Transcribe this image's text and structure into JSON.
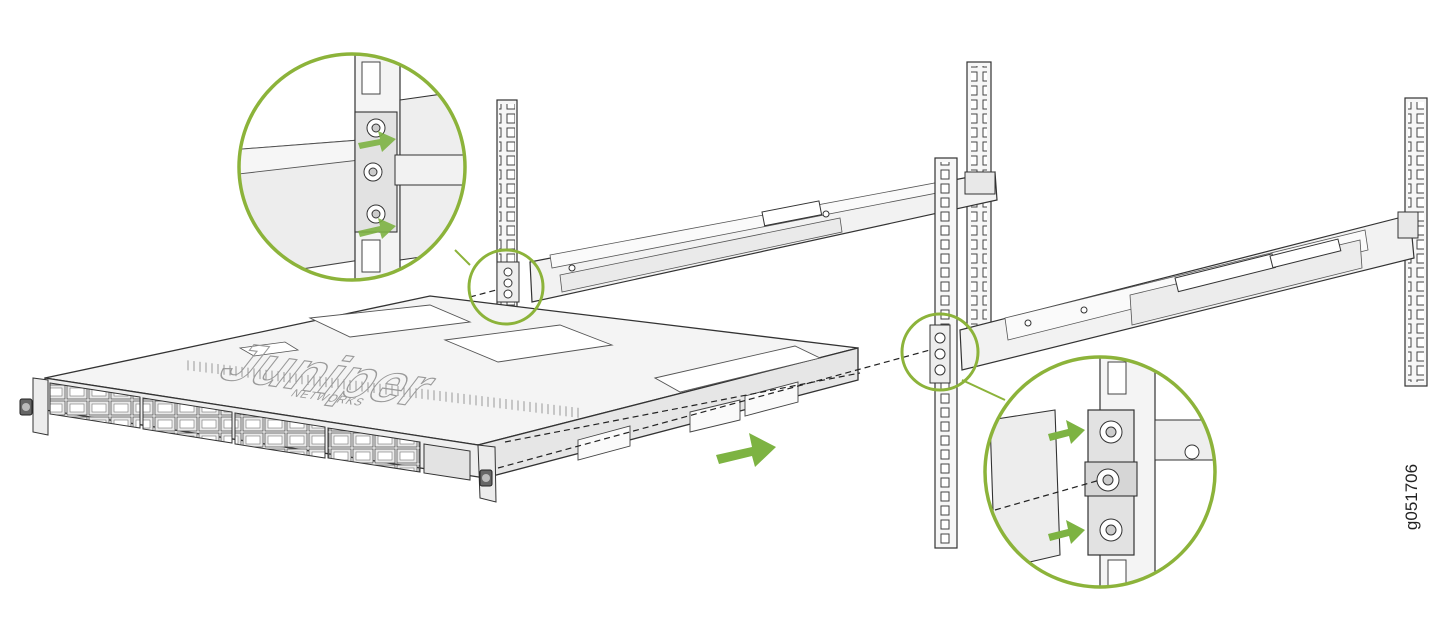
{
  "figure": {
    "id_label": "g051706"
  },
  "brand": {
    "logo_text": "Juniper",
    "logo_subtext": "NETWORKS"
  },
  "colors": {
    "accent_green": "#7db342",
    "callout_ring": "#8cb33a",
    "line_art": "#333333",
    "fill_light": "#f4f4f4",
    "fill_mid": "#e6e6e6"
  },
  "icons": [
    "arrow-right-icon",
    "rack-post-icon",
    "mounting-rail-icon",
    "switch-chassis-icon",
    "magnifier-callout-icon"
  ]
}
